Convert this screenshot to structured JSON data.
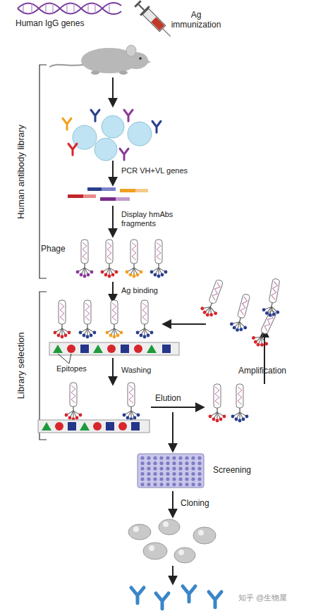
{
  "diagram": {
    "nodes": [
      {
        "text": [
          "Screening"
        ]
      }
    ],
    "labels": [
      "Human IgG genes",
      "Ag immunization",
      "Human antibody library",
      "PCR VH+VL genes",
      "Display hmAbs fragments",
      "Phage",
      "Ag binding",
      "Library selection",
      "Epitopes",
      "Washing",
      "Elution",
      "Amplification",
      "Cloning",
      "知乎 @生物屋"
    ]
  }
}
